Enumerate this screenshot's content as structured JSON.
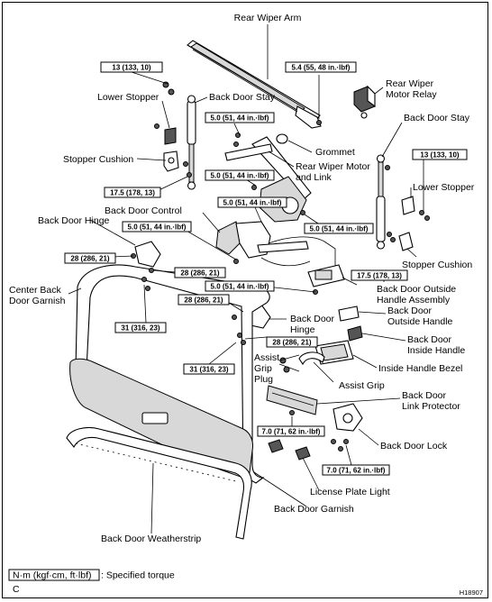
{
  "labels": {
    "rear_wiper_arm": "Rear Wiper Arm",
    "rear_wiper_motor_relay_1": "Rear Wiper",
    "rear_wiper_motor_relay_2": "Motor Relay",
    "lower_stopper_left": "Lower Stopper",
    "back_door_stay_left": "Back Door Stay",
    "back_door_stay_right": "Back Door Stay",
    "grommet": "Grommet",
    "stopper_cushion_left": "Stopper Cushion",
    "rear_wiper_motor_link_1": "Rear Wiper Motor",
    "rear_wiper_motor_link_2": "and Link",
    "lower_stopper_right": "Lower Stopper",
    "back_door_control": "Back Door Control",
    "back_door_hinge_upper": "Back Door Hinge",
    "stopper_cushion_right": "Stopper Cushion",
    "center_back_door_garnish_1": "Center Back",
    "center_back_door_garnish_2": "Door Garnish",
    "back_door_outside_handle_assembly_1": "Back Door Outside",
    "back_door_outside_handle_assembly_2": "Handle Assembly",
    "back_door_outside_handle_1": "Back Door",
    "back_door_outside_handle_2": "Outside Handle",
    "back_door_hinge_lower_1": "Back Door",
    "back_door_hinge_lower_2": "Hinge",
    "back_door_inside_handle_1": "Back Door",
    "back_door_inside_handle_2": "Inside Handle",
    "assist_grip_plug_1": "Assist",
    "assist_grip_plug_2": "Grip",
    "assist_grip_plug_3": "Plug",
    "inside_handle_bezel": "Inside Handle Bezel",
    "assist_grip": "Assist Grip",
    "back_door_link_protector_1": "Back Door",
    "back_door_link_protector_2": "Link Protector",
    "back_door_lock": "Back Door Lock",
    "license_plate_light": "License Plate Light",
    "back_door_garnish": "Back Door Garnish",
    "back_door_weatherstrip": "Back Door Weatherstrip"
  },
  "torque": {
    "t1": "13 (133, 10)",
    "t2": "5.4 (55, 48 in.·lbf)",
    "t3": "5.0 (51, 44 in.·lbf)",
    "t4": "13 (133, 10)",
    "t5": "5.0 (51, 44 in.·lbf)",
    "t6": "17.5 (178, 13)",
    "t7": "5.0 (51, 44 in.·lbf)",
    "t8": "5.0 (51, 44 in.·lbf)",
    "t9": "5.0 (51, 44 in.·lbf)",
    "t10": "28 (286, 21)",
    "t11": "28 (286, 21)",
    "t12": "17.5 (178, 13)",
    "t13": "5.0 (51, 44 in.·lbf)",
    "t14": "28 (286, 21)",
    "t15": "31 (316, 23)",
    "t16": "28 (286, 21)",
    "t17": "31 (316, 23)",
    "t18": "7.0 (71, 62 in.·lbf)",
    "t19": "7.0 (71, 62 in.·lbf)"
  },
  "legend": {
    "unit_box": "N·m (kgf·cm, ft·lbf)",
    "text": ": Specified torque",
    "corner": "C",
    "code": "H18907"
  }
}
